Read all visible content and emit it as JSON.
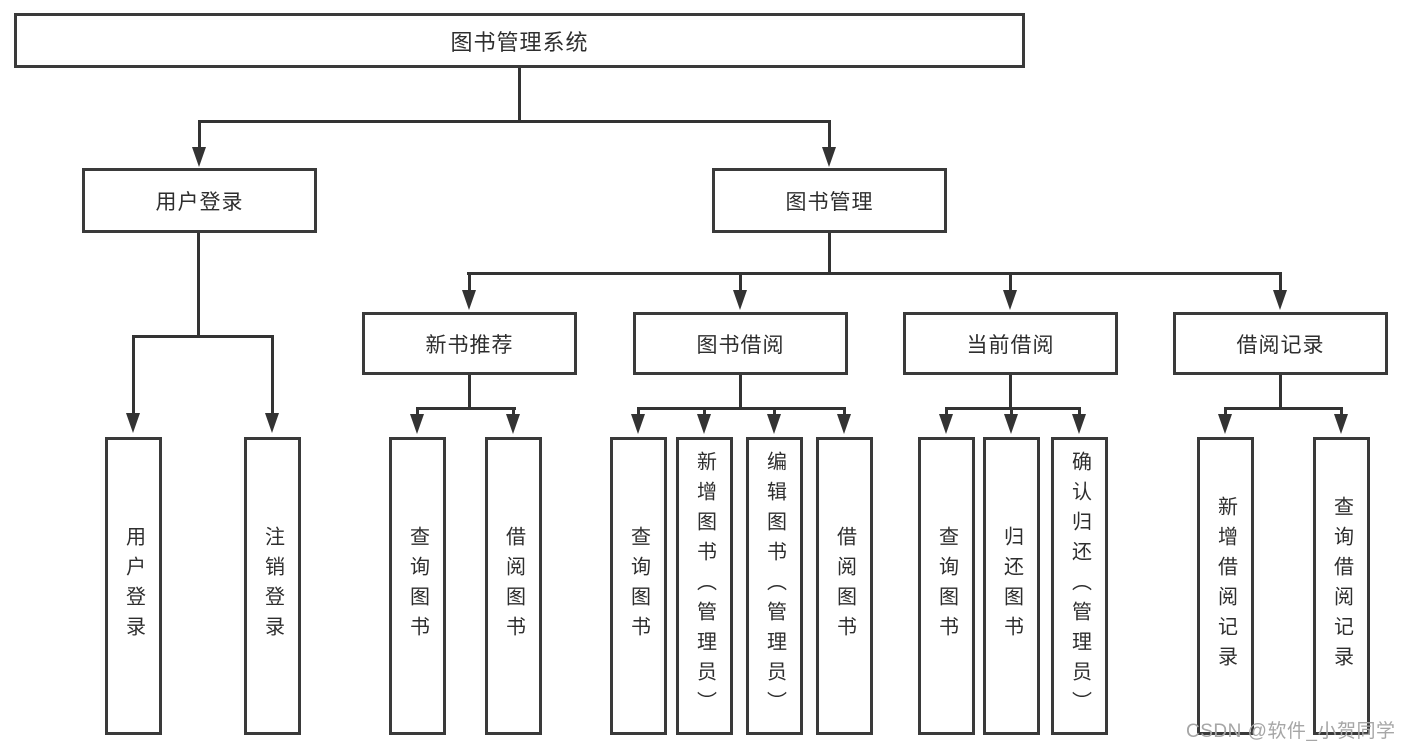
{
  "diagram_title": "图书管理系统",
  "colors": {
    "background": "#ffffff",
    "box_border": "#3a3a3a",
    "connector_line": "#333333",
    "text": "#2e2e2e",
    "watermark_text": "#a6a6a6"
  },
  "nodes": {
    "root": {
      "label": "图书管理系统"
    },
    "level2": [
      {
        "label": "用户登录"
      },
      {
        "label": "图书管理"
      }
    ],
    "level3": [
      {
        "label": "新书推荐"
      },
      {
        "label": "图书借阅"
      },
      {
        "label": "当前借阅"
      },
      {
        "label": "借阅记录"
      }
    ],
    "leaves": {
      "user_login": [
        "用户登录",
        "注销登录"
      ],
      "new_book_recommend": [
        "查询图书",
        "借阅图书"
      ],
      "book_borrow": [
        "查询图书",
        "新增图书（管理员）",
        "编辑图书（管理员）",
        "借阅图书"
      ],
      "current_borrow": [
        "查询图书",
        "归还图书",
        "确认归还（管理员）"
      ],
      "borrow_records": [
        "新增借阅记录",
        "查询借阅记录"
      ]
    }
  },
  "watermark": "CSDN @软件_小贺同学"
}
